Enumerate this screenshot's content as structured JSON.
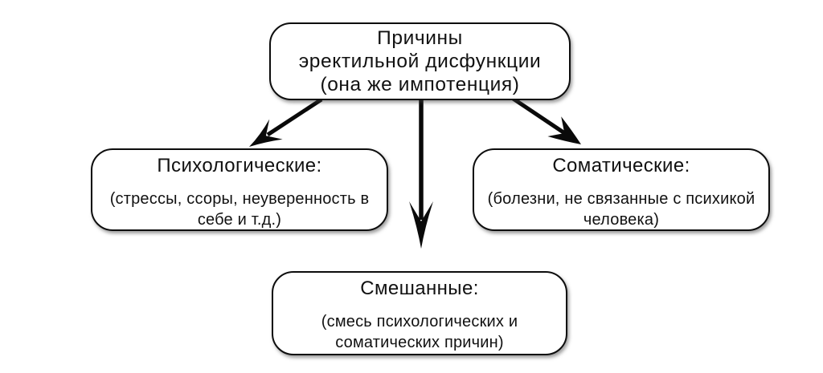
{
  "diagram": {
    "root": {
      "lines": [
        "Причины",
        "эректильной дисфункции",
        "(она же импотенция)"
      ]
    },
    "nodes": [
      {
        "id": "psychological",
        "title": "Психологические:",
        "body_lines": [
          "(стрессы, ссоры, неуверенность в",
          "себе и т.д.)"
        ]
      },
      {
        "id": "somatic",
        "title": "Соматические:",
        "body_lines": [
          "(болезни, не связанные с психикой",
          "человека)"
        ]
      },
      {
        "id": "mixed",
        "title": "Смешанные:",
        "body_lines": [
          "(смесь психологических и",
          "соматических причин)"
        ]
      }
    ],
    "colors": {
      "canvas_background": "#ffffff",
      "box_fill": "#ffffff",
      "box_border": "#0d0d0d",
      "text": "#111111",
      "arrow": "#0a0a0a"
    }
  }
}
